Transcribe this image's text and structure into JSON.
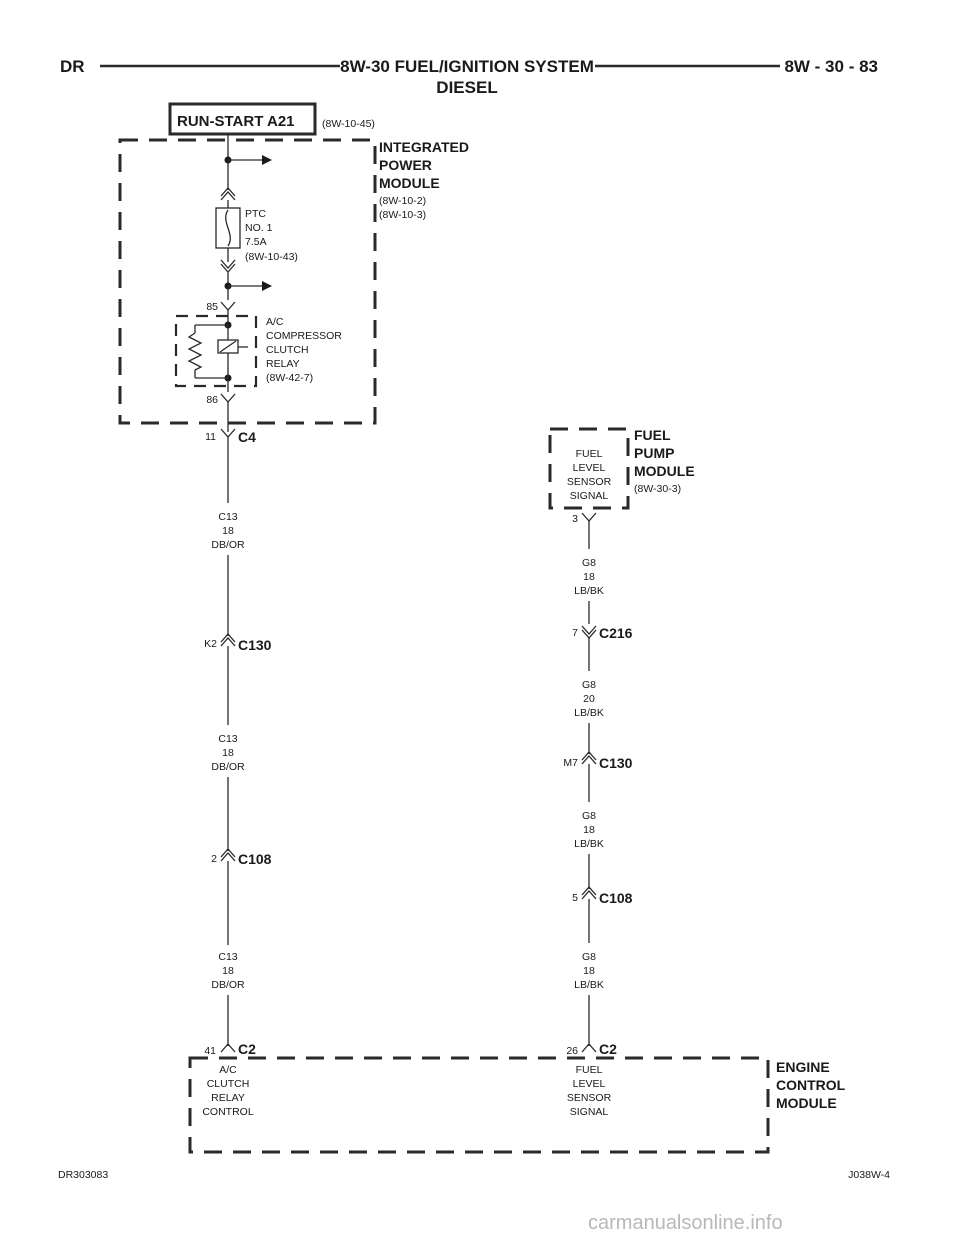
{
  "header": {
    "left": "DR",
    "title": "8W-30 FUEL/IGNITION SYSTEM",
    "subtitle": "DIESEL",
    "right": "8W - 30 - 83"
  },
  "source": {
    "label": "RUN-START A21",
    "ref": "(8W-10-45)"
  },
  "ipm": {
    "line1": "INTEGRATED",
    "line2": "POWER",
    "line3": "MODULE",
    "ref1": "(8W-10-2)",
    "ref2": "(8W-10-3)"
  },
  "fuse": {
    "line1": "PTC",
    "line2": "NO. 1",
    "line3": "7.5A",
    "ref": "(8W-10-43)"
  },
  "relay": {
    "line1": "A/C",
    "line2": "COMPRESSOR",
    "line3": "CLUTCH",
    "line4": "RELAY",
    "ref": "(8W-42-7)",
    "pin_top": "85",
    "pin_bottom": "86"
  },
  "left_circuit": {
    "c4": {
      "pin": "11",
      "name": "C4"
    },
    "wire1": {
      "circuit": "C13",
      "gauge": "18",
      "color": "DB/OR"
    },
    "c130": {
      "pin": "K2",
      "name": "C130"
    },
    "wire2": {
      "circuit": "C13",
      "gauge": "18",
      "color": "DB/OR"
    },
    "c108": {
      "pin": "2",
      "name": "C108"
    },
    "wire3": {
      "circuit": "C13",
      "gauge": "18",
      "color": "DB/OR"
    },
    "c2": {
      "pin": "41",
      "name": "C2"
    }
  },
  "fpm": {
    "line1": "FUEL",
    "line2": "PUMP",
    "line3": "MODULE",
    "ref": "(8W-30-3)",
    "pin_l1": "FUEL",
    "pin_l2": "LEVEL",
    "pin_l3": "SENSOR",
    "pin_l4": "SIGNAL",
    "pin": "3"
  },
  "right_circuit": {
    "wire1": {
      "circuit": "G8",
      "gauge": "18",
      "color": "LB/BK"
    },
    "c216": {
      "pin": "7",
      "name": "C216"
    },
    "wire2": {
      "circuit": "G8",
      "gauge": "20",
      "color": "LB/BK"
    },
    "c130": {
      "pin": "M7",
      "name": "C130"
    },
    "wire3": {
      "circuit": "G8",
      "gauge": "18",
      "color": "LB/BK"
    },
    "c108": {
      "pin": "5",
      "name": "C108"
    },
    "wire4": {
      "circuit": "G8",
      "gauge": "18",
      "color": "LB/BK"
    },
    "c2": {
      "pin": "26",
      "name": "C2"
    }
  },
  "ecm": {
    "line1": "ENGINE",
    "line2": "CONTROL",
    "line3": "MODULE",
    "left_l1": "A/C",
    "left_l2": "CLUTCH",
    "left_l3": "RELAY",
    "left_l4": "CONTROL",
    "right_l1": "FUEL",
    "right_l2": "LEVEL",
    "right_l3": "SENSOR",
    "right_l4": "SIGNAL"
  },
  "footer": {
    "left": "DR303083",
    "right": "J038W-4"
  },
  "watermark": "carmanualsonline.info"
}
